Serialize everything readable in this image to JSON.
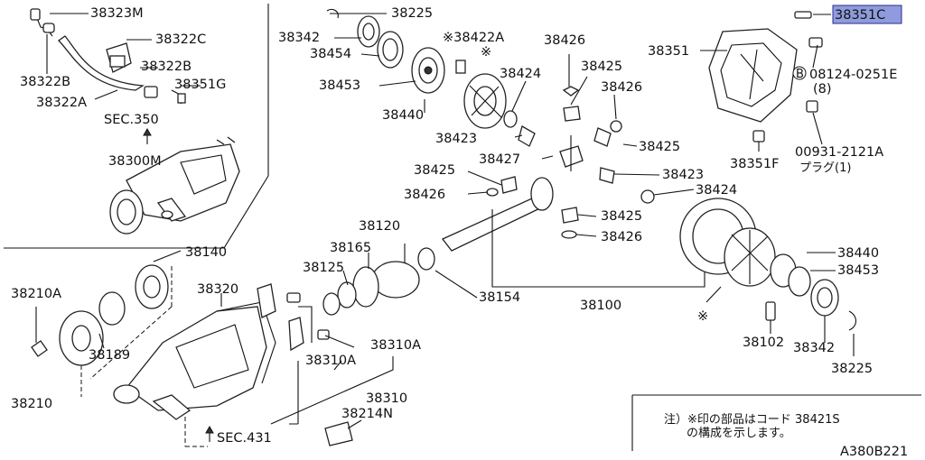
{
  "diagram_id": "A380B221",
  "highlight": {
    "part": "38351C",
    "color": "#8f9bdc"
  },
  "labels": {
    "p38323M": "38323M",
    "p38322C": "38322C",
    "p38322B_a": "38322B",
    "p38322B_b": "38322B",
    "p38351G": "38351G",
    "p38322A": "38322A",
    "sec350": "SEC.350",
    "p38300M": "38300M",
    "p38225_top": "38225",
    "p38342_top": "38342",
    "p38454": "38454",
    "p38422A": "※38422A",
    "p38453_top": "38453",
    "p38440_top": "38440",
    "p38426_a": "38426",
    "p38425_a": "38425",
    "p38424_a": "38424",
    "p38426_b": "38426",
    "p38423_a": "38423",
    "p38425_b": "38425",
    "p38427": "38427",
    "p38425_c": "38425",
    "p38423_b": "38423",
    "p38426_c": "38426",
    "p38424_b": "38424",
    "p38425_d": "38425",
    "p38426_d": "38426",
    "p38351": "38351",
    "p38351C": "38351C",
    "bolt_code": "08124-0251E",
    "bolt_qty": "(8)",
    "plug_code": "00931-2121A",
    "plug_name": "プラグ(1)",
    "p38351F": "38351F",
    "p38140": "38140",
    "p38210A": "38210A",
    "p38189": "38189",
    "p38210": "38210",
    "p38320": "38320",
    "p38120": "38120",
    "p38165": "38165",
    "p38125": "38125",
    "p38154": "38154",
    "p38100": "38100",
    "p38310A_a": "38310A",
    "p38310A_b": "38310A",
    "p38310": "38310",
    "p38214N": "38214N",
    "sec431": "SEC.431",
    "p38440_r": "38440",
    "p38453_r": "38453",
    "p38102": "38102",
    "p38342_r": "38342",
    "p38225_r": "38225",
    "asterisk": "※",
    "circle_b": "B"
  },
  "note": {
    "line1": "注）※印の部品はコード 38421S",
    "line2": "の構成を示します。"
  }
}
